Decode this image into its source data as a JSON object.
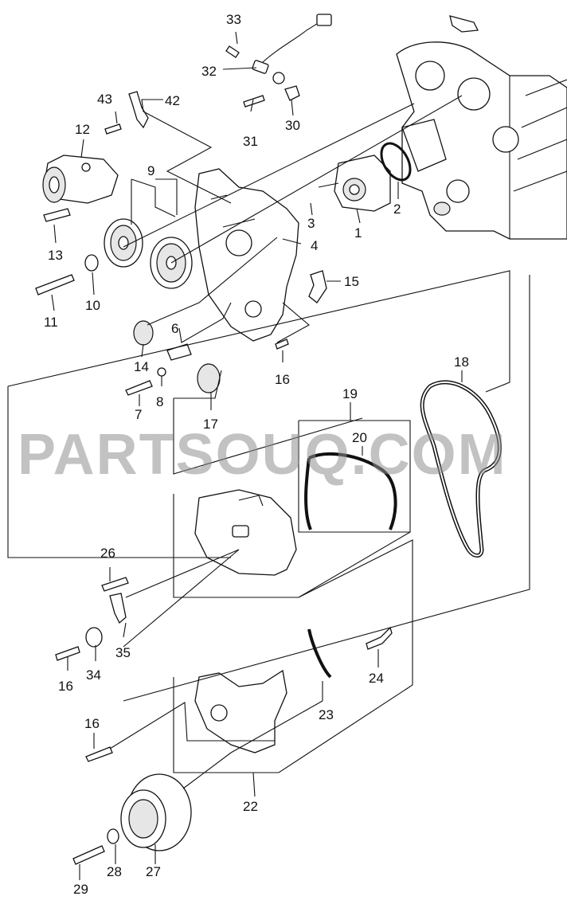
{
  "watermark": "PARTSOUQ.COM",
  "labels": {
    "p1": "1",
    "p2": "2",
    "p3": "3",
    "p4": "4",
    "p6": "6",
    "p7": "7",
    "p8": "8",
    "p9": "9",
    "p10": "10",
    "p11": "11",
    "p12": "12",
    "p13": "13",
    "p14": "14",
    "p15": "15",
    "p16a": "16",
    "p16b": "16",
    "p16c": "16",
    "p17": "17",
    "p18": "18",
    "p19": "19",
    "p20": "20",
    "p22": "22",
    "p23": "23",
    "p24": "24",
    "p26": "26",
    "p27": "27",
    "p28": "28",
    "p29": "29",
    "p30": "30",
    "p31": "31",
    "p32": "32",
    "p33": "33",
    "p34": "34",
    "p35": "35",
    "p42": "42",
    "p43": "43"
  }
}
